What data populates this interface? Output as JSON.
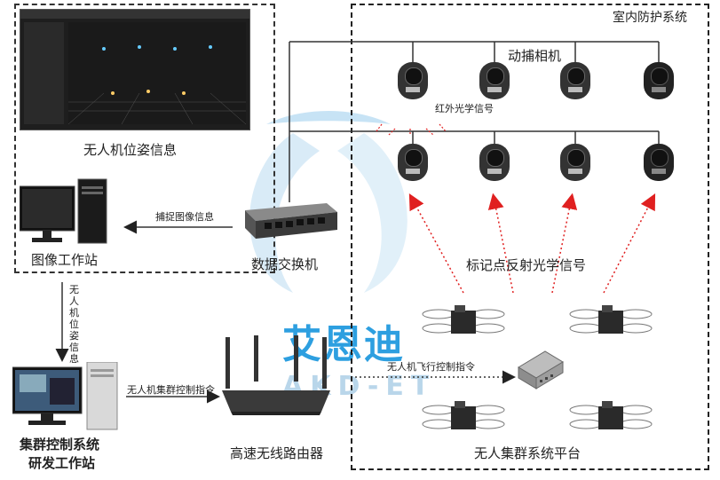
{
  "indoor_system": {
    "label": "室内防护系统"
  },
  "pose_panel": {
    "label": "无人机位姿信息"
  },
  "workstation": {
    "label": "图像工作站"
  },
  "capture_info": {
    "label": "捕捉图像信息"
  },
  "switch": {
    "label": "数据交换机"
  },
  "mocap": {
    "label": "动捕相机"
  },
  "ir_signal": {
    "label": "红外光学信号"
  },
  "marker_signal": {
    "label": "标记点反射光学信号"
  },
  "pose_arrow": {
    "label": "无人机位姿信息"
  },
  "cluster_station": {
    "label_line1": "集群控制系统",
    "label_line2": "研发工作站"
  },
  "cluster_cmd": {
    "label": "无人机集群控制指令"
  },
  "router": {
    "label": "高速无线路由器"
  },
  "flight_cmd": {
    "label": "无人机飞行控制指令"
  },
  "platform": {
    "label": "无人集群系统平台"
  },
  "watermark": {
    "brand": "艾恩迪",
    "sub": "AKD-ET"
  }
}
